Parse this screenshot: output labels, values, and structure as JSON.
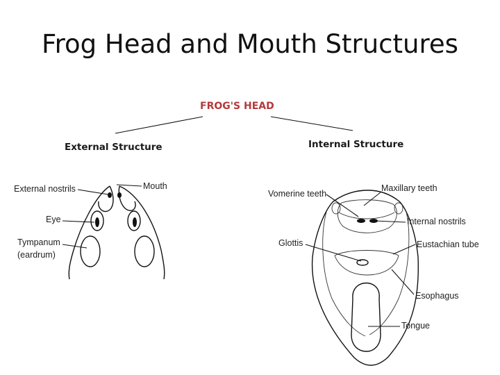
{
  "slide": {
    "title": "Frog Head and Mouth Structures"
  },
  "diagram": {
    "main_heading": "FROG'S HEAD",
    "external": {
      "heading": "External Structure",
      "labels": {
        "external_nostrils": "External nostrils",
        "mouth": "Mouth",
        "eye": "Eye",
        "tympanum_1": "Tympanum",
        "tympanum_2": "(eardrum)"
      }
    },
    "internal": {
      "heading": "Internal Structure",
      "labels": {
        "vomerine_teeth": "Vomerine teeth",
        "maxillary_teeth": "Maxillary teeth",
        "internal_nostrils": "Internal nostrils",
        "glottis": "Glottis",
        "eustachian_tube": "Eustachian tube",
        "esophagus": "Esophagus",
        "tongue": "Tongue"
      }
    }
  }
}
